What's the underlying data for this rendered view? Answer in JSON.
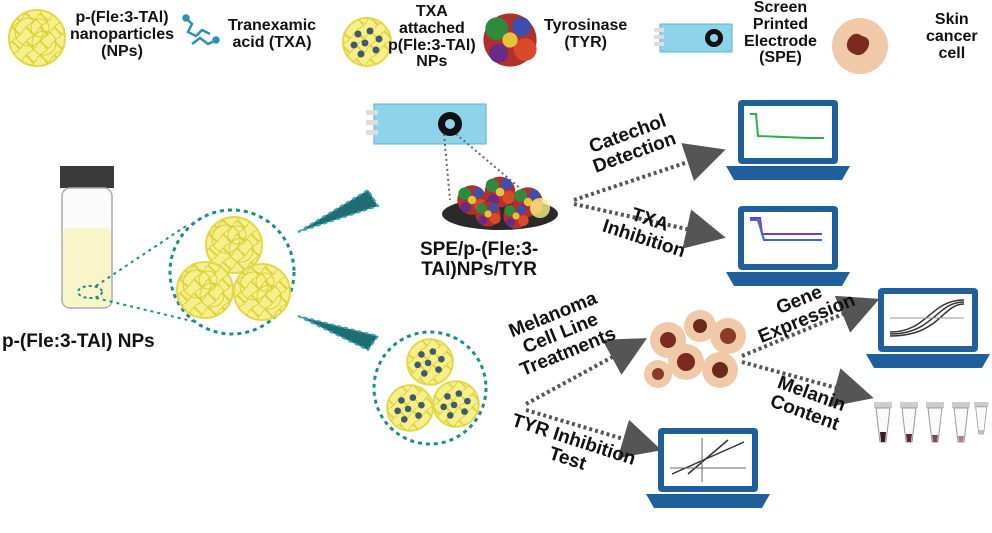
{
  "legend": {
    "nps": "p-(Fle:3-TAl)\nnanoparticles\n(NPs)",
    "txa": "Tranexamic\nacid (TXA)",
    "txa_nps": "TXA\nattached\np(Fle:3-TAl)\nNPs",
    "tyr": "Tyrosinase\n(TYR)",
    "spe": "Screen\nPrinted\nElectrode\n(SPE)",
    "skin": "Skin\ncancer\ncell"
  },
  "vial_label": "p-(Fle:3-TAl) NPs",
  "electrode_label": "SPE/p-(Fle:3-\nTAl)NPs/TYR",
  "paths": {
    "catechol": "Catechol\nDetection",
    "txa_inhibition": "TXA\nInhibition",
    "melanoma": "Melanoma\nCell Line\nTreatments",
    "tyr_test": "TYR Inhibition\nTest",
    "gene": "Gene\nExpression",
    "melanin": "Melanin\nContent"
  },
  "colors": {
    "np_yellow": "#f7f08a",
    "np_stroke": "#e3d84a",
    "teal": "#1f8c86",
    "laptop": "#1f5f9c",
    "spe": "#8fd3ea",
    "cell": "#f0c9a8",
    "arrow": "#555555"
  }
}
